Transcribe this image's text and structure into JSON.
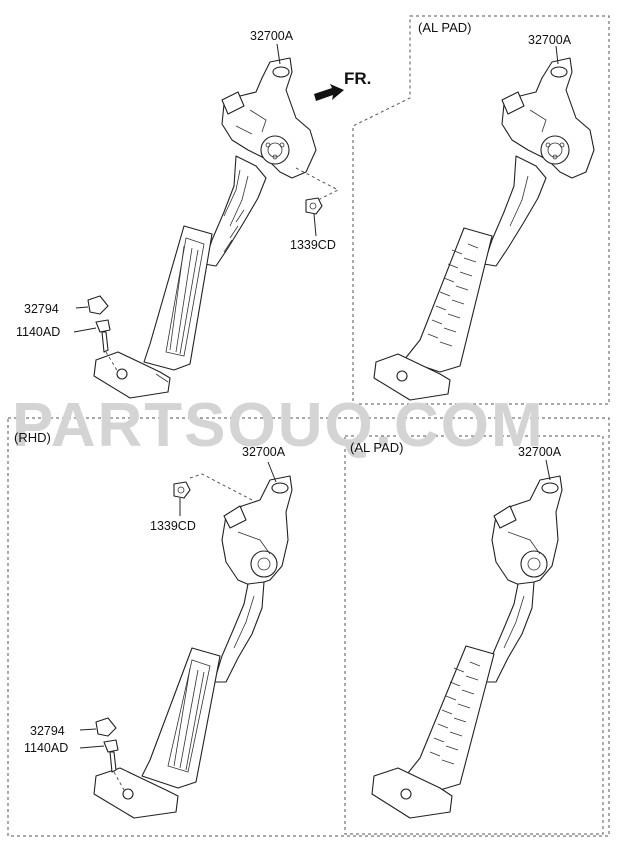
{
  "watermark": "PARTSOUQ.COM",
  "direction_label": "FR.",
  "panels": {
    "top_left": {
      "labels": {
        "pedal_module": "32700A",
        "nut": "1339CD",
        "cap": "32794",
        "bolt": "1140AD"
      }
    },
    "top_right": {
      "region_label": "(AL PAD)",
      "labels": {
        "pedal_module": "32700A"
      }
    },
    "bottom_left": {
      "region_label": "(RHD)",
      "labels": {
        "pedal_module": "32700A",
        "nut": "1339CD",
        "cap": "32794",
        "bolt": "1140AD"
      }
    },
    "bottom_right": {
      "region_label": "(AL PAD)",
      "labels": {
        "pedal_module": "32700A"
      }
    }
  }
}
